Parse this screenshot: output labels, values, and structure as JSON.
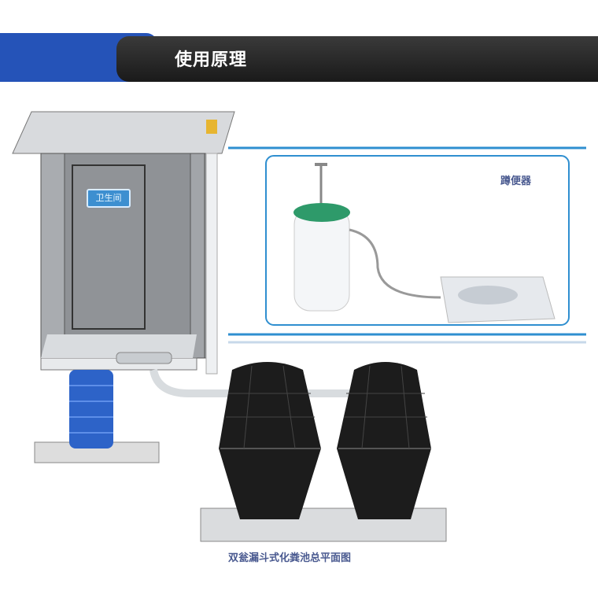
{
  "header": {
    "title": "使用原理"
  },
  "illustration": {
    "restroom_sign": "卫生间",
    "inset_label": "蹲便器",
    "caption": "双瓮漏斗式化粪池总平面图"
  },
  "colors": {
    "banner_blue": "#2553b8",
    "banner_dark": "#222222",
    "frame_blue": "#2f8fd0"
  }
}
